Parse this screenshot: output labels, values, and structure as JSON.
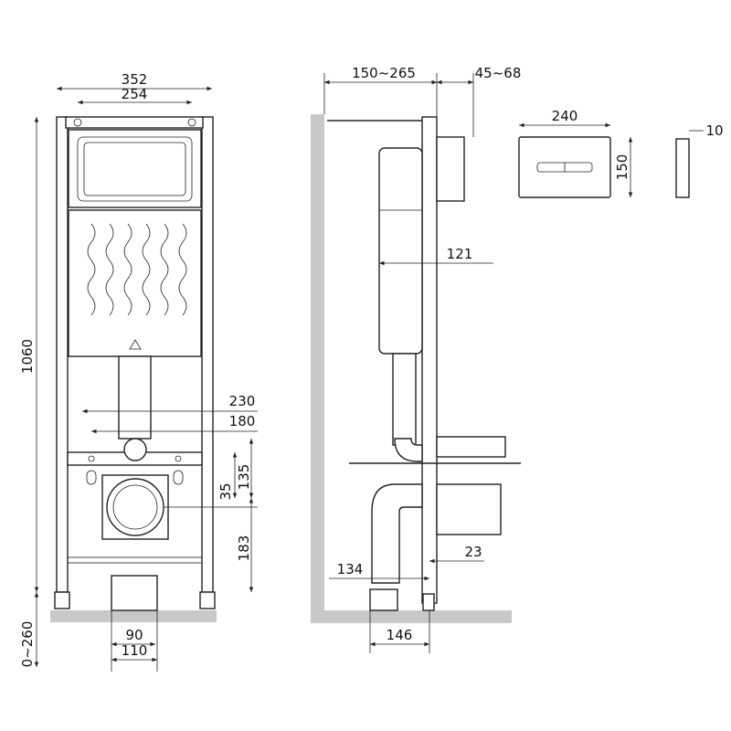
{
  "front_view": {
    "overall_width": "352",
    "top_plate_width": "254",
    "height": "1060",
    "leg_adjust": "0~260",
    "fixing_width_outer": "230",
    "fixing_width_inner": "180",
    "fixing_height": "135",
    "fixing_offset": "35",
    "outlet_height": "183",
    "drain_inner": "90",
    "drain_outer": "110"
  },
  "side_view": {
    "wall_depth": "150~265",
    "panel_depth": "45~68",
    "tank_depth": "121",
    "drain_offset": "134",
    "bracket_offset": "23",
    "foot_depth": "146"
  },
  "flush_button": {
    "width": "240",
    "height": "150",
    "thickness": "10"
  }
}
